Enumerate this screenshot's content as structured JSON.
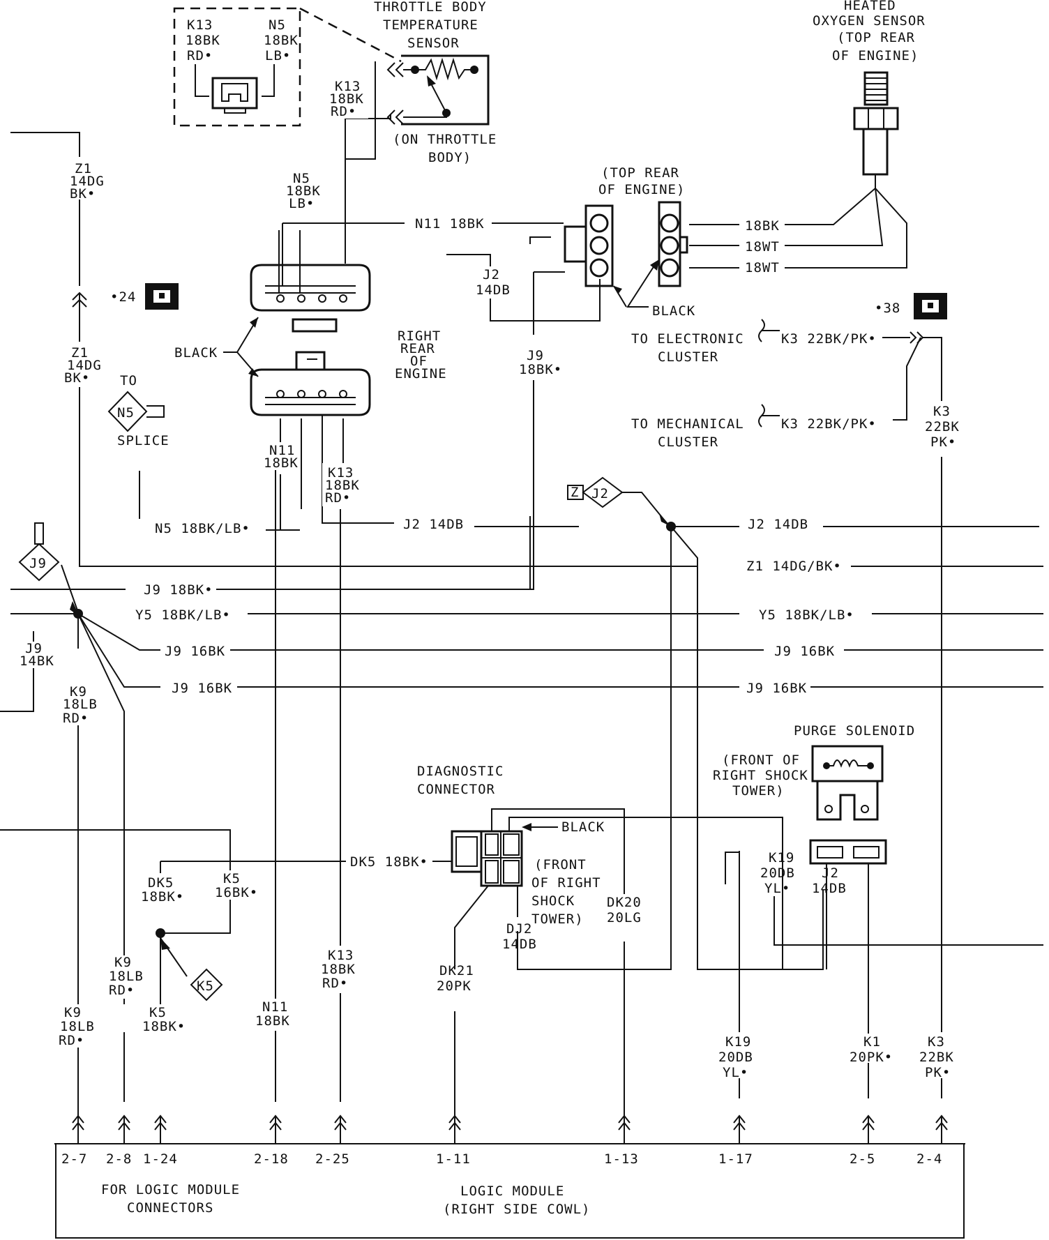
{
  "inset": {
    "k13_pin": [
      "K13",
      "18BK",
      "RD•"
    ],
    "n5_pin": [
      "N5",
      "18BK",
      "LB•"
    ]
  },
  "throttle_sensor": {
    "title": [
      "THROTTLE BODY",
      "TEMPERATURE",
      "SENSOR"
    ],
    "location": [
      "(ON THROTTLE",
      "BODY)"
    ]
  },
  "oxygen_sensor": {
    "title": [
      "HEATED",
      "OXYGEN SENSOR",
      "(TOP REAR",
      "OF ENGINE)"
    ]
  },
  "top_rear_connector": {
    "location": [
      "(TOP REAR",
      "OF ENGINE)"
    ],
    "black_label": "BLACK",
    "wires": [
      "18BK",
      "18WT",
      "18WT"
    ]
  },
  "right_rear_connector": {
    "location": [
      "RIGHT",
      "REAR",
      "OF",
      "ENGINE"
    ],
    "black_label": "BLACK"
  },
  "splices": {
    "n5": {
      "text": "N5",
      "to": "TO",
      "splice": "SPLICE"
    },
    "j9": {
      "text": "J9"
    },
    "j2": {
      "text": "J2",
      "tag": "Z"
    },
    "k5": {
      "text": "K5"
    }
  },
  "grounds": {
    "g24": "•24",
    "g38": "•38"
  },
  "wire_labels": {
    "z1_upper": [
      "Z1",
      "14DG",
      "BK•"
    ],
    "z1_lower": [
      "Z1",
      "14DG",
      "BK•"
    ],
    "n5_upper": [
      "N5",
      "18BK",
      "LB•"
    ],
    "k13_upper": [
      "K13",
      "18BK",
      "RD•"
    ],
    "n11_top": "N11 18BK",
    "j2_mid": [
      "J2",
      "14DB"
    ],
    "j9_mid": [
      "J9",
      "18BK•"
    ],
    "n11_mid": [
      "N11",
      "18BK"
    ],
    "k13_mid": [
      "K13",
      "18BK",
      "RD•"
    ],
    "n5_horiz": "N5 18BK/LB•",
    "j2_horiz_left": "J2 14DB",
    "j2_horiz_right": "J2 14DB",
    "z1_horiz": "Z1 14DG/BK•",
    "j9_horiz_18": "J9 18BK•",
    "y5_left": "Y5 18BK/LB•",
    "y5_right": "Y5 18BK/LB•",
    "j9_16_a_left": "J9 16BK",
    "j9_16_a_right": "J9 16BK",
    "j9_16_b_left": "J9 16BK",
    "j9_16_b_right": "J9 16BK",
    "j9_14": [
      "J9",
      "14BK"
    ],
    "k9_upper": [
      "K9",
      "18LB",
      "RD•"
    ],
    "k9_mid": [
      "K9",
      "18LB",
      "RD•"
    ],
    "k9_lower": [
      "K9",
      "18LB",
      "RD•"
    ],
    "dk5_horiz": "DK5 18BK•",
    "dk5_vert": [
      "DK5",
      "18BK•"
    ],
    "k5_vert": [
      "K5",
      "16BK•"
    ],
    "k5_lower": [
      "K5",
      "18BK•"
    ],
    "n11_lower": [
      "N11",
      "18BK"
    ],
    "k13_lower": [
      "K13",
      "18BK",
      "RD•"
    ],
    "dk21": [
      "DK21",
      "20PK"
    ],
    "dj2": [
      "DJ2",
      "14DB"
    ],
    "dk20": [
      "DK20",
      "20LG"
    ],
    "k19_upper": [
      "K19",
      "20DB",
      "YL•"
    ],
    "j2_purge": [
      "J2",
      "14DB"
    ],
    "k19_lower": [
      "K19",
      "20DB",
      "YL•"
    ],
    "k1": [
      "K1",
      "20PK•"
    ],
    "k3_lower": [
      "K3",
      "22BK",
      "PK•"
    ],
    "k3_right": [
      "K3",
      "22BK",
      "PK•"
    ],
    "k3_elec": "K3 22BK/PK•",
    "k3_mech": "K3 22BK/PK•"
  },
  "clusters": {
    "electronic": [
      "TO ELECTRONIC",
      "CLUSTER"
    ],
    "mechanical": [
      "TO MECHANICAL",
      "CLUSTER"
    ]
  },
  "diagnostic": {
    "title": [
      "DIAGNOSTIC",
      "CONNECTOR"
    ],
    "black": "BLACK",
    "location": [
      "(FRONT",
      "OF RIGHT",
      "SHOCK",
      "TOWER)"
    ]
  },
  "purge": {
    "title": "PURGE SOLENOID",
    "location": [
      "(FRONT OF",
      "RIGHT SHOCK",
      "TOWER)"
    ]
  },
  "logic_module": {
    "pins": [
      "2-7",
      "2-8",
      "1-24",
      "2-18",
      "2-25",
      "1-11",
      "1-13",
      "1-17",
      "2-5",
      "2-4"
    ],
    "left_caption": [
      "FOR LOGIC MODULE",
      "CONNECTORS"
    ],
    "title": [
      "LOGIC MODULE",
      "(RIGHT SIDE COWL)"
    ]
  }
}
